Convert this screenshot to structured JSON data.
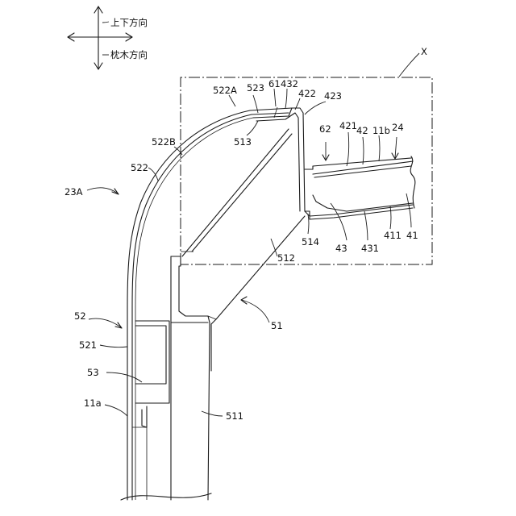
{
  "direction_labels": {
    "vertical": "上下方向",
    "sleeper": "枕木方向"
  },
  "labels": {
    "X": "X",
    "l522A": "522A",
    "l523": "523",
    "l61": "61",
    "l432": "432",
    "l422": "422",
    "l423": "423",
    "l513": "513",
    "l62": "62",
    "l421": "421",
    "l42": "42",
    "l11b": "11b",
    "l24": "24",
    "l522B": "522B",
    "l522": "522",
    "l23A": "23A",
    "l514": "514",
    "l43": "43",
    "l431": "431",
    "l411": "411",
    "l41": "41",
    "l512": "512",
    "l52": "52",
    "l51": "51",
    "l521": "521",
    "l53": "53",
    "l11a": "11a",
    "l511": "511"
  }
}
